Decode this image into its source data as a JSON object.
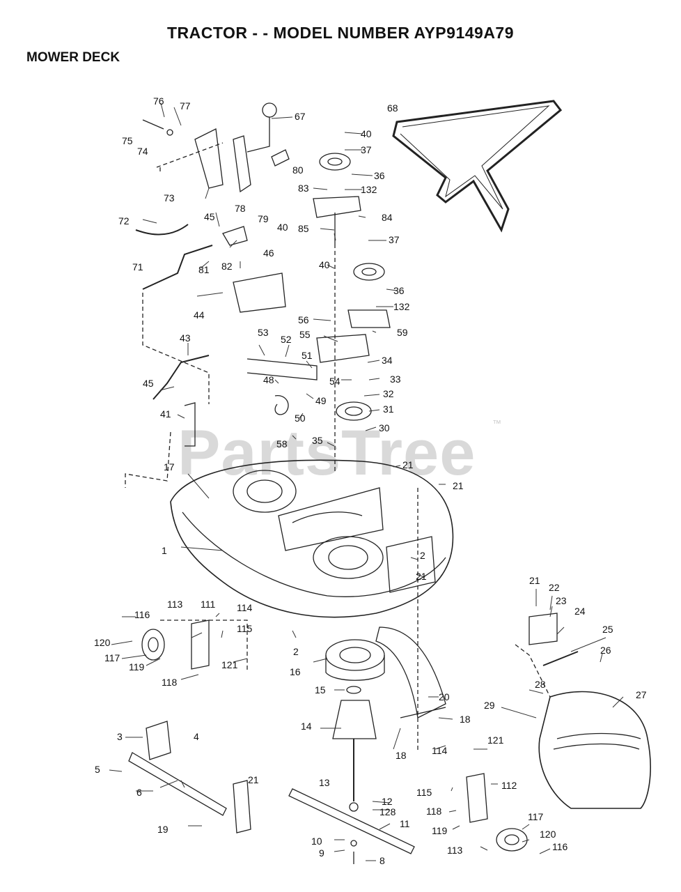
{
  "header": {
    "title": "TRACTOR - - MODEL NUMBER AYP9149A79",
    "section": "MOWER DECK"
  },
  "watermark": {
    "text": "PartsTree",
    "trademark": "™"
  },
  "callouts": [
    "76",
    "77",
    "67",
    "75",
    "74",
    "73",
    "78",
    "80",
    "79",
    "40",
    "72",
    "45",
    "81",
    "82",
    "46",
    "71",
    "44",
    "40",
    "37",
    "36",
    "83",
    "132",
    "84",
    "85",
    "40",
    "37",
    "36",
    "132",
    "56",
    "59",
    "55",
    "34",
    "54",
    "33",
    "53",
    "52",
    "51",
    "48",
    "49",
    "50",
    "58",
    "43",
    "45",
    "41",
    "32",
    "31",
    "30",
    "35",
    "21",
    "21",
    "17",
    "1",
    "2",
    "21",
    "113",
    "111",
    "114",
    "116",
    "115",
    "120",
    "117",
    "119",
    "121",
    "118",
    "2",
    "16",
    "15",
    "14",
    "20",
    "18",
    "18",
    "114",
    "121",
    "3",
    "4",
    "5",
    "21",
    "6",
    "19",
    "13",
    "12",
    "128",
    "11",
    "10",
    "9",
    "8",
    "115",
    "112",
    "118",
    "119",
    "113",
    "117",
    "120",
    "116",
    "21",
    "22",
    "23",
    "24",
    "25",
    "26",
    "27",
    "28",
    "29",
    "68"
  ]
}
